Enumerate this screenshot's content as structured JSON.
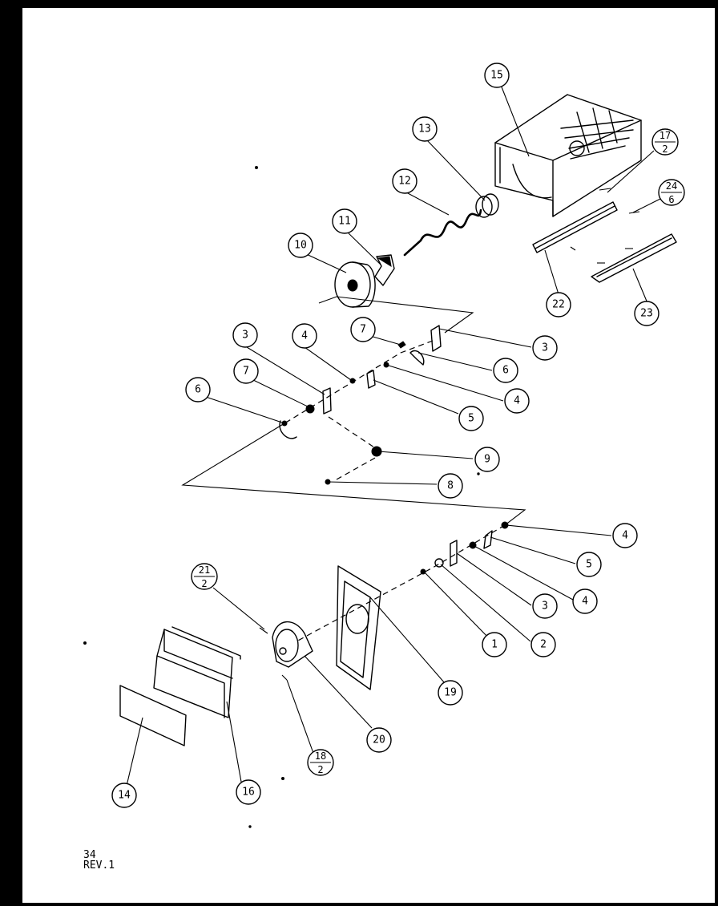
{
  "callouts": [
    {
      "id": "c15",
      "label": "15"
    },
    {
      "id": "c13",
      "label": "13"
    },
    {
      "id": "c12",
      "label": "12"
    },
    {
      "id": "c11",
      "label": "11"
    },
    {
      "id": "c10",
      "label": "10"
    },
    {
      "id": "c22",
      "label": "22"
    },
    {
      "id": "c23",
      "label": "23"
    },
    {
      "id": "c3a",
      "label": "3"
    },
    {
      "id": "c4a",
      "label": "4"
    },
    {
      "id": "c7a",
      "label": "7"
    },
    {
      "id": "c3b",
      "label": "3"
    },
    {
      "id": "c6a",
      "label": "6"
    },
    {
      "id": "c7b",
      "label": "7"
    },
    {
      "id": "c6b",
      "label": "6"
    },
    {
      "id": "c4b",
      "label": "4"
    },
    {
      "id": "c5a",
      "label": "5"
    },
    {
      "id": "c9",
      "label": "9"
    },
    {
      "id": "c8",
      "label": "8"
    },
    {
      "id": "c4c",
      "label": "4"
    },
    {
      "id": "c5b",
      "label": "5"
    },
    {
      "id": "c4d",
      "label": "4"
    },
    {
      "id": "c3c",
      "label": "3"
    },
    {
      "id": "c2",
      "label": "2"
    },
    {
      "id": "c1",
      "label": "1"
    },
    {
      "id": "c19",
      "label": "19"
    },
    {
      "id": "c20",
      "label": "20"
    },
    {
      "id": "c14",
      "label": "14"
    },
    {
      "id": "c16",
      "label": "16"
    }
  ],
  "fraction_callouts": [
    {
      "id": "f17",
      "top": "17",
      "bottom": "2"
    },
    {
      "id": "f24",
      "top": "24",
      "bottom": "6"
    },
    {
      "id": "f21",
      "top": "21",
      "bottom": "2"
    },
    {
      "id": "f18",
      "top": "18",
      "bottom": "2"
    }
  ],
  "footer": {
    "page_number": "34",
    "revision": "REV.1"
  }
}
